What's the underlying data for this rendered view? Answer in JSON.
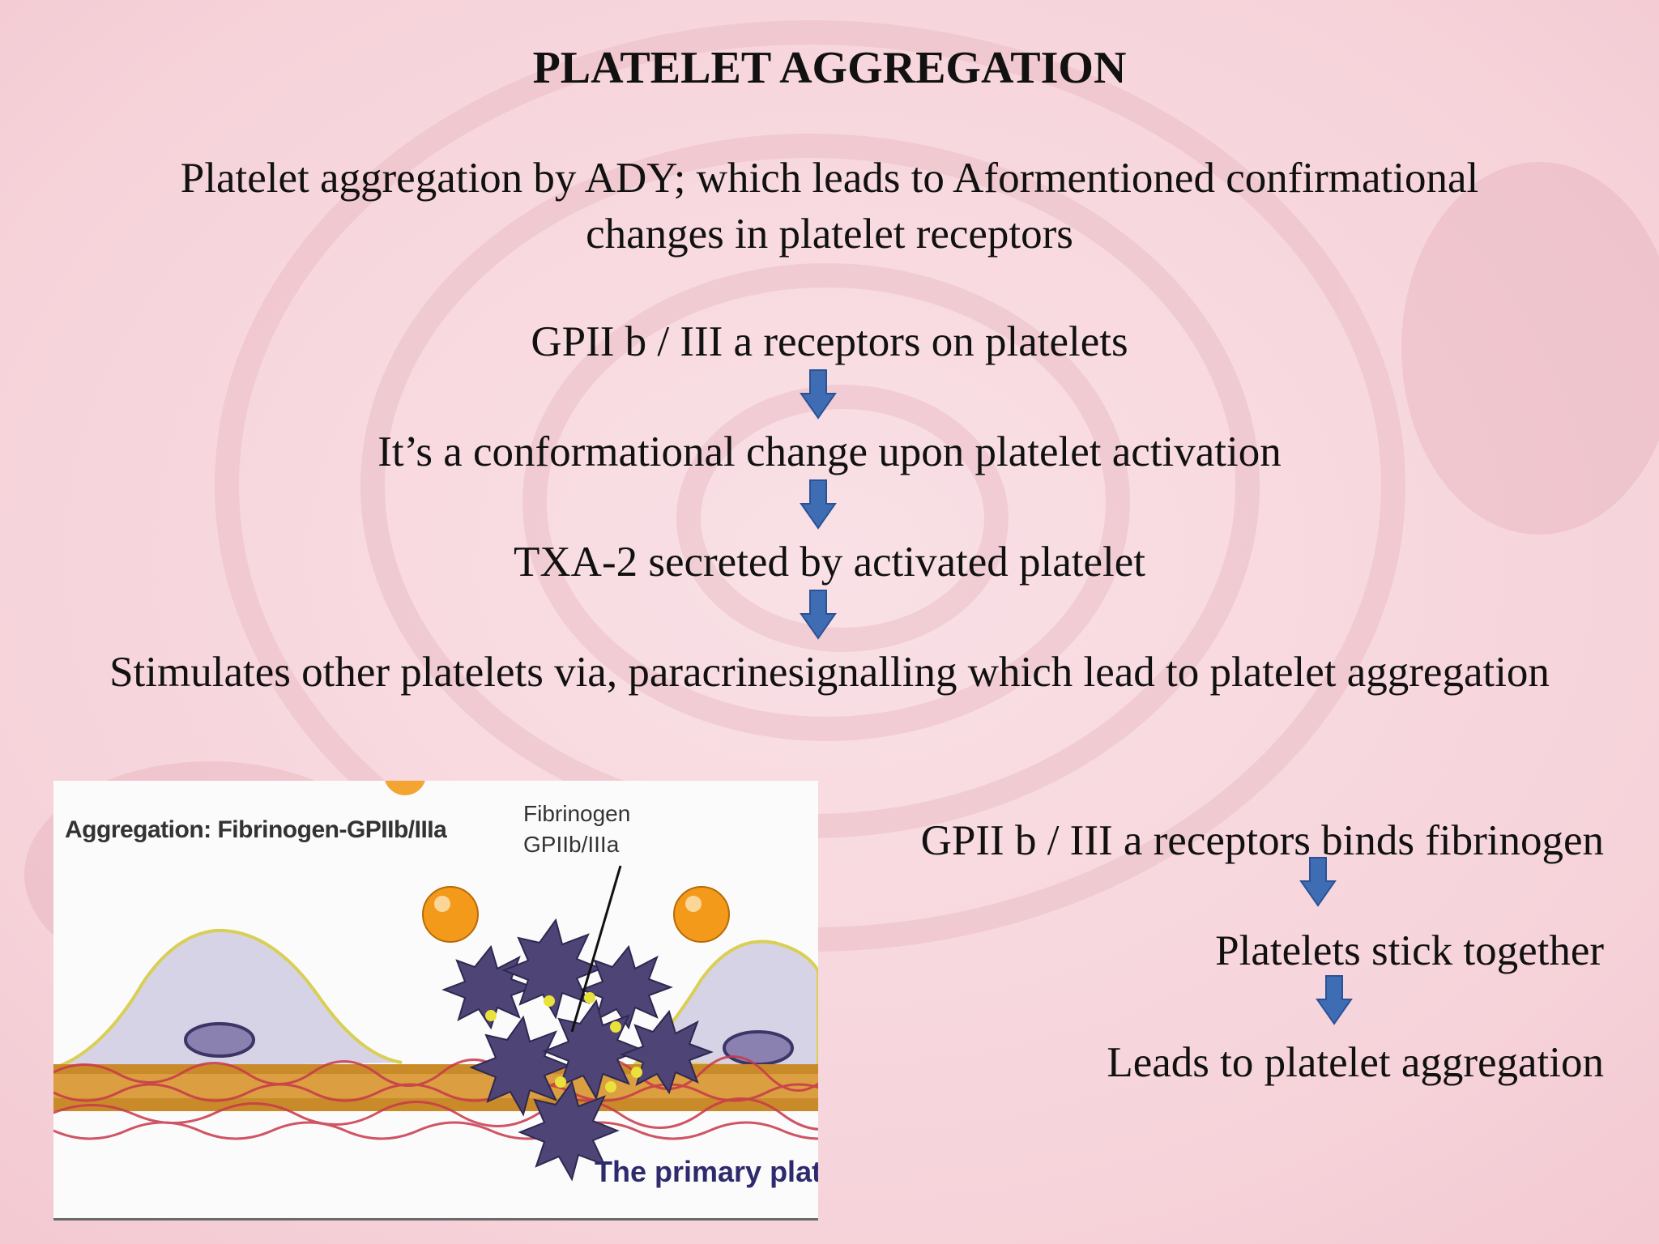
{
  "slide": {
    "title": "PLATELET AGGREGATION",
    "intro": "Platelet aggregation by ADY; which leads to Aformentioned confirmational changes in platelet receptors",
    "flow": [
      "GPII b / III a receptors on platelets",
      "It’s a conformational change upon platelet activation",
      "TXA-2 secreted by activated platelet",
      "Stimulates other platelets via, paracrinesignalling which lead to platelet aggregation"
    ],
    "side_flow": [
      "GPII b / III a receptors binds fibrinogen",
      "Platelets stick together",
      "Leads to platelet aggregation"
    ]
  },
  "figure": {
    "heading": "Aggregation: Fibrinogen-GPIIb/IIIa",
    "pointer_line1": "Fibrinogen",
    "pointer_line2": "GPIIb/IIIa",
    "caption": "The primary plate"
  },
  "colors": {
    "background": "#f7d9df",
    "arrow_fill": "#3f6db3",
    "platelet": "#4e4576",
    "cell": "#d6d3e6",
    "granule": "#f39a1a"
  },
  "icons": [
    "down-arrow-icon"
  ]
}
